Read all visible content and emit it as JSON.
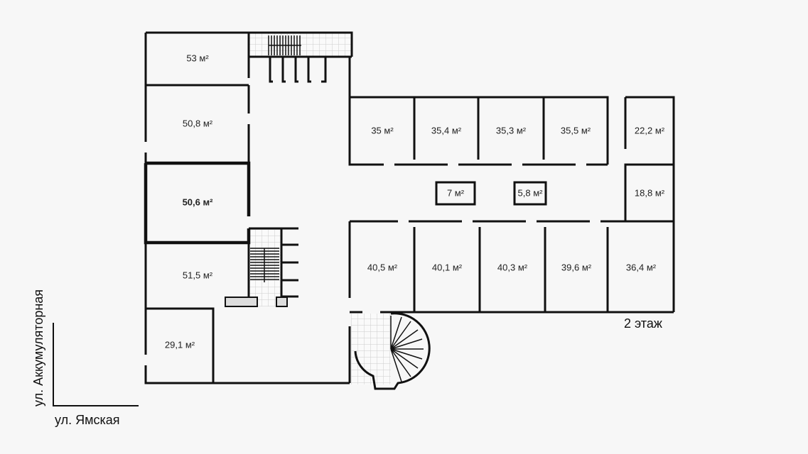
{
  "floor_label": "2 этаж",
  "streets": {
    "vertical": "ул. Аккумуляторная",
    "horizontal": "ул. Ямская"
  },
  "rooms": {
    "r53": "53 м²",
    "r508": "50,8 м²",
    "r506": "50,6 м²",
    "r515": "51,5 м²",
    "r291": "29,1 м²",
    "r35": "35 м²",
    "r354": "35,4 м²",
    "r353": "35,3 м²",
    "r355": "35,5 м²",
    "r222": "22,2 м²",
    "r7": "7 м²",
    "r58": "5,8 м²",
    "r188": "18,8 м²",
    "r405": "40,5 м²",
    "r401": "40,1 м²",
    "r403": "40,3 м²",
    "r396": "39,6 м²",
    "r364": "36,4 м²"
  }
}
